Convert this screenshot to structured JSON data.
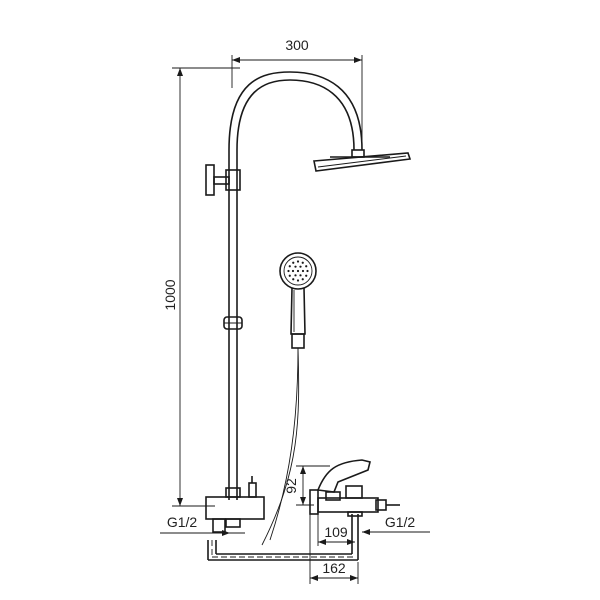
{
  "dimensions": {
    "arm_reach": "300",
    "total_height": "1000",
    "mixer_height": "92",
    "inlet_left": "G1/2",
    "inlet_right": "G1/2",
    "spout_offset": "109",
    "inlet_spacing": "162"
  },
  "colors": {
    "line": "#1a1a1a",
    "background": "#ffffff"
  }
}
